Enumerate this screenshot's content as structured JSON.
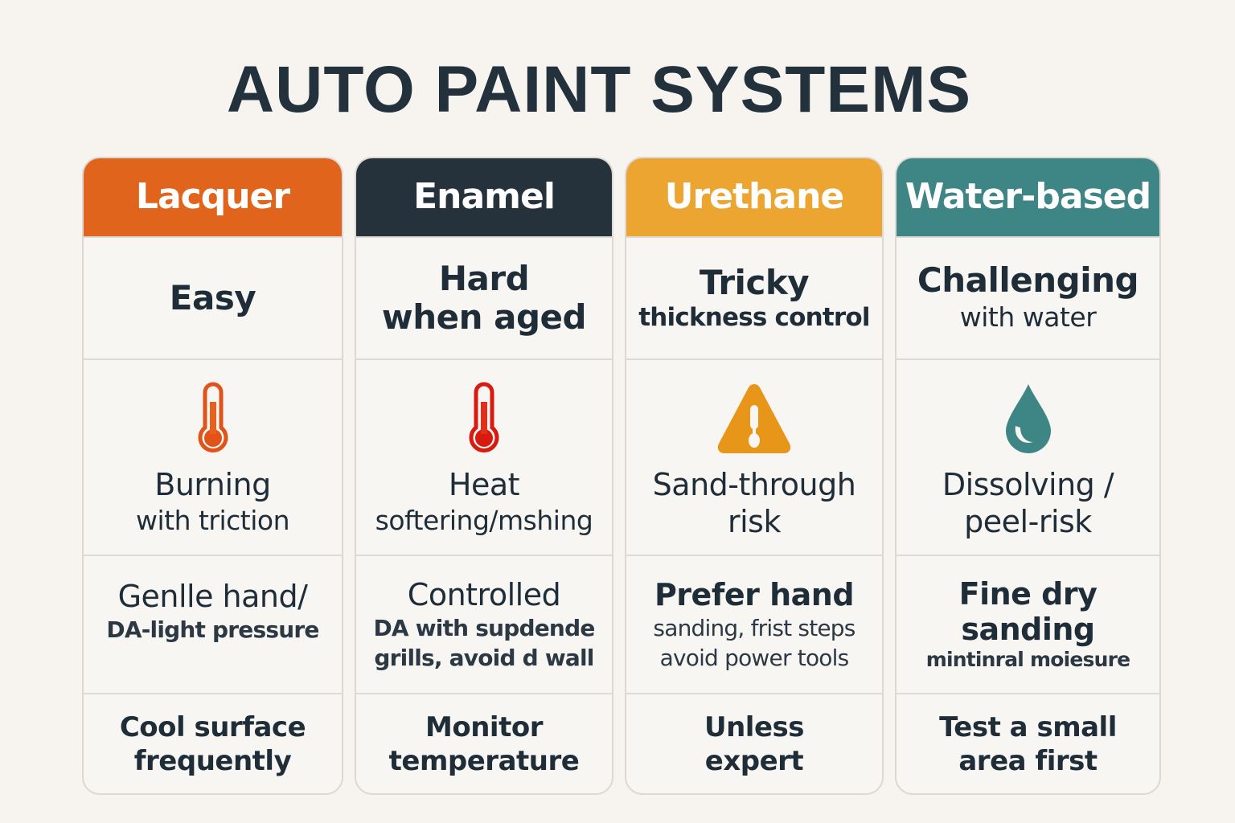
{
  "title": "AUTO PAINT SYSTEMS",
  "colors": {
    "background": "#f7f4f0",
    "text": "#1f2d38",
    "lacquer": "#e0641c",
    "enamel": "#25323c",
    "urethane": "#eda531",
    "water_based": "#3e8586"
  },
  "columns": [
    {
      "header": "Lacquer",
      "color": "#e0641c",
      "difficulty": {
        "main": "Easy",
        "detail": ""
      },
      "risk": {
        "icon": "thermometer-icon",
        "main": "Burning",
        "detail": "with triction"
      },
      "method": {
        "main": "Genlle hand/",
        "detail": "DA-light pressure"
      },
      "tip": {
        "line1": "Cool surface",
        "line2": "frequently"
      }
    },
    {
      "header": "Enamel",
      "color": "#25323c",
      "difficulty": {
        "main": "Hard",
        "detail": "when aged"
      },
      "risk": {
        "icon": "thermometer-icon",
        "main": "Heat",
        "detail": "softering/mshing"
      },
      "method": {
        "main": "Controlled",
        "detail1": "DA with supdende",
        "detail2": "grills, avoid d wall"
      },
      "tip": {
        "line1": "Monitor",
        "line2": "temperature"
      }
    },
    {
      "header": "Urethane",
      "color": "#eda531",
      "difficulty": {
        "main": "Tricky",
        "detail": "thickness control"
      },
      "risk": {
        "icon": "warning-icon",
        "main": "Sand-through",
        "detail": "risk"
      },
      "method": {
        "main": "Prefer hand",
        "detail1": "sanding, frist steps",
        "detail2": "avoid power tools"
      },
      "tip": {
        "line1": "Unless",
        "line2": "expert"
      }
    },
    {
      "header": "Water-based",
      "color": "#3e8586",
      "difficulty": {
        "main": "Challenging",
        "detail": "with water"
      },
      "risk": {
        "icon": "water-drop-icon",
        "main": "Dissolving /",
        "detail": "peel-risk"
      },
      "method": {
        "main1": "Fine dry",
        "main2": "sanding",
        "detail": "mintinral moiesure"
      },
      "tip": {
        "line1": "Test a small",
        "line2": "area first"
      }
    }
  ]
}
